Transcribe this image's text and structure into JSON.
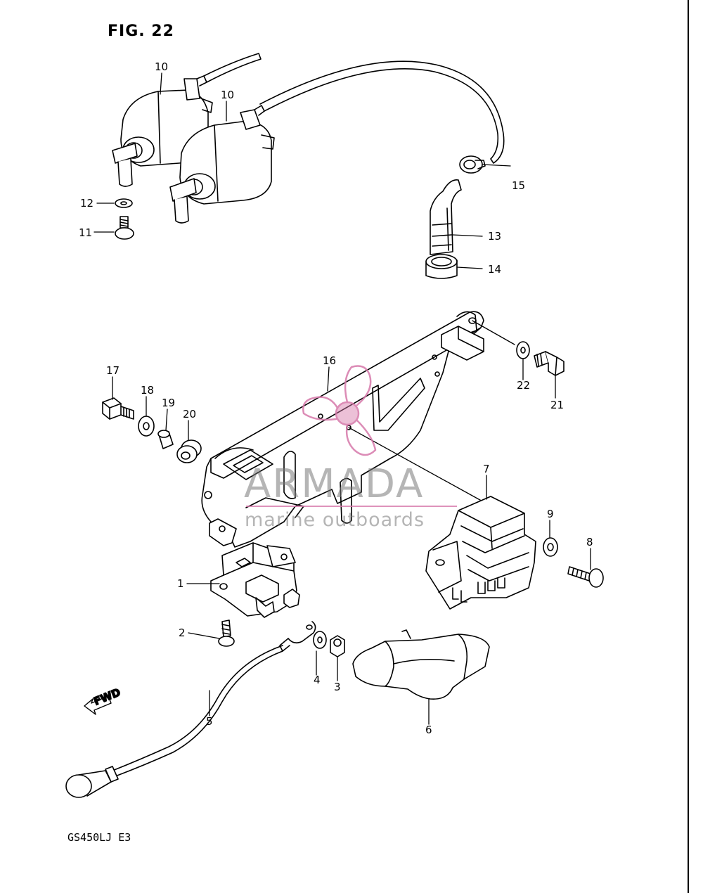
{
  "figure": {
    "title": "FIG. 22",
    "model_code": "GS450LJ  E3"
  },
  "watermark": {
    "brand": "ARMADA",
    "tagline": "marine outboards",
    "accent_color": "#d678aa",
    "text_color": "#787878"
  },
  "fwd_label": "FWD",
  "callouts": [
    "10",
    "10",
    "12",
    "11",
    "15",
    "13",
    "14",
    "16",
    "17",
    "18",
    "19",
    "20",
    "22",
    "21",
    "7",
    "9",
    "8",
    "1",
    "2",
    "4",
    "3",
    "5",
    "6"
  ]
}
